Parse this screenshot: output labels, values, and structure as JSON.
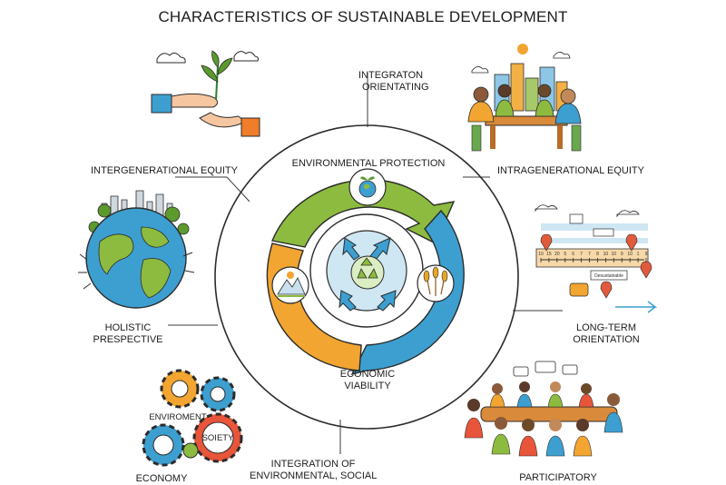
{
  "title": "CHARACTERISTICS OF SUSTAINABLE DEVELOPMENT",
  "center": {
    "environmental_protection": "ENVIRONMENTAL PROTECTION",
    "economic_viability_1": "ECONOMIC",
    "economic_viability_2": "VIABILITY"
  },
  "characteristics": {
    "integration_orientating_1": "INTEGRATON",
    "integration_orientating_2": "ORIENTATING",
    "intergenerational_equity": "INTERGENERATIONAL EQUITY",
    "intragenerational_equity": "INTRAGENERATIONAL EQUITY",
    "holistic_perspective_1": "HOLISTIC",
    "holistic_perspective_2": "PRESPECTIVE",
    "long_term_orientation_1": "LONG-TERM",
    "long_term_orientation_2": "ORIENTATION",
    "integration_of_1": "INTEGRATION OF",
    "integration_of_2": "ENVIRONMENTAL, SOCIAL",
    "participatory": "PARTICIPATORY"
  },
  "gears": {
    "environment": "ENVIROMENT",
    "society": "SOIETY",
    "economy": "ECONOMY"
  },
  "timeline": {
    "ticks": [
      "10",
      "15",
      "20",
      "5",
      "6",
      "7",
      "7",
      "8",
      "10",
      "10",
      "9",
      "10",
      "1",
      "9"
    ],
    "box_label": "Desustainable"
  },
  "colors": {
    "green": "#8dbb3f",
    "blue": "#3d9fd0",
    "orange": "#f2a531",
    "light_blue": "#cfe6f3",
    "outline": "#2b2b2b"
  }
}
